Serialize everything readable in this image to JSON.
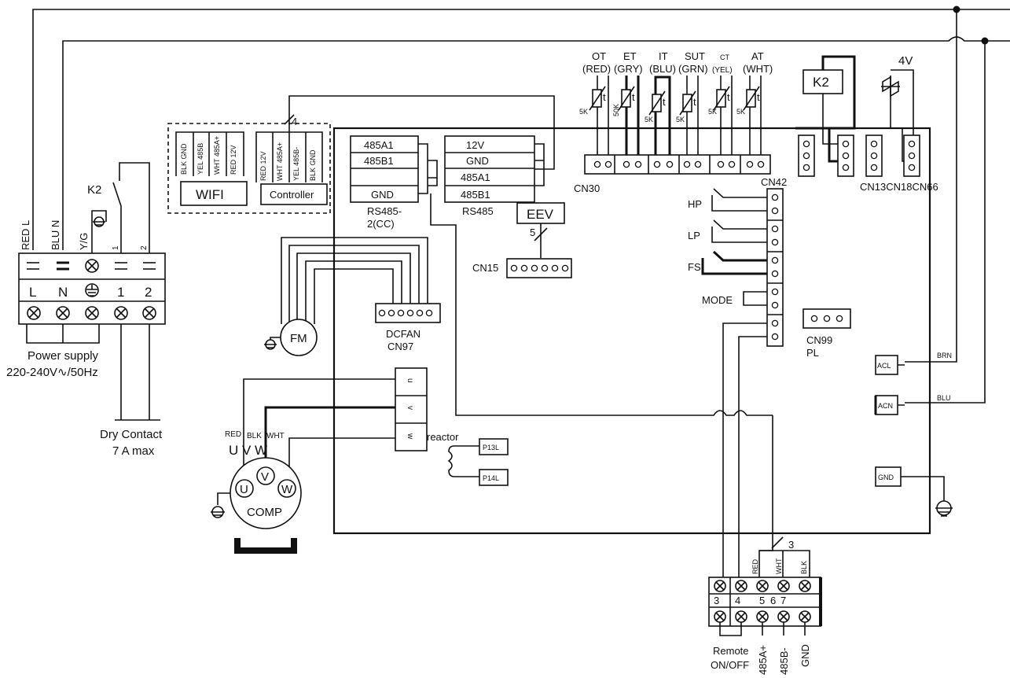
{
  "power_terminal": {
    "wire_labels": [
      "RED L",
      "BLU N",
      "Y/G",
      "1",
      "2"
    ],
    "terminal_labels": [
      "L",
      "N",
      "1",
      "2"
    ],
    "relay_label": "K2",
    "power_supply_line1": "Power supply",
    "power_supply_line2": "220-240V∿/50Hz",
    "dry_contact_line1": "Dry Contact",
    "dry_contact_line2": "7 A max"
  },
  "wifi_module": {
    "label": "WIFI",
    "pins": [
      "BLK GND",
      "YEL 485B",
      "WHT 485A+",
      "RED 12V"
    ]
  },
  "controller_module": {
    "label": "Controller",
    "pins": [
      "RED 12V",
      "WHT 485A+",
      "YEL 485B-",
      "BLK GND"
    ],
    "wire_count": "4"
  },
  "rs485_cc": {
    "rows": [
      "485A1",
      "485B1",
      "",
      "GND"
    ],
    "label_line1": "RS485-",
    "label_line2": "2(CC)"
  },
  "rs485": {
    "rows": [
      "12V",
      "GND",
      "485A1",
      "485B1"
    ],
    "label": "RS485"
  },
  "eev": {
    "label": "EEV",
    "wire_count": "5",
    "connector": "CN15"
  },
  "fan": {
    "motor": "FM",
    "connector_line1": "DCFAN",
    "connector_line2": "CN97"
  },
  "compressor": {
    "wire_labels": [
      "RED",
      "BLK",
      "WHT"
    ],
    "uvw_label": "U V W",
    "phases": [
      "U",
      "V",
      "W"
    ],
    "label": "COMP",
    "terminal_letters": [
      "u",
      "v",
      "w"
    ],
    "reactor_label": "reactor",
    "reactor_terminals": [
      "P13L",
      "P14L"
    ]
  },
  "sensors": [
    {
      "name": "OT",
      "color": "(RED)",
      "res": "5K"
    },
    {
      "name": "ET",
      "color": "(GRY)",
      "res": "50K"
    },
    {
      "name": "IT",
      "color": "(BLU)",
      "res": "5K"
    },
    {
      "name": "SUT",
      "color": "(GRN)",
      "res": "5K"
    },
    {
      "name": "CT",
      "color": "(YEL)",
      "res": "5K"
    },
    {
      "name": "AT",
      "color": "(WHT)",
      "res": "5K"
    }
  ],
  "sensor_symbol": "t",
  "cn30_label": "CN30",
  "cn42_label": "CN42",
  "cn_right_label": "CN13CN18CN66",
  "k2_label": "K2",
  "valve_label": "4V",
  "switches": [
    "HP",
    "LP",
    "FS",
    "MODE"
  ],
  "cn99": {
    "line1": "CN99",
    "line2": "PL"
  },
  "ac_terminals": [
    {
      "label": "ACL",
      "wire": "BRN"
    },
    {
      "label": "ACN",
      "wire": "BLU"
    },
    {
      "label": "GND",
      "wire": ""
    }
  ],
  "bottom_terminal": {
    "wire_count": "3",
    "wire_labels": [
      "RED",
      "WHT",
      "BLK"
    ],
    "numbers": [
      "3",
      "4",
      "5",
      "6",
      "7"
    ],
    "remote_line1": "Remote",
    "remote_line2": "ON/OFF",
    "bottom_labels": [
      "485A+",
      "485B-",
      "GND"
    ]
  }
}
